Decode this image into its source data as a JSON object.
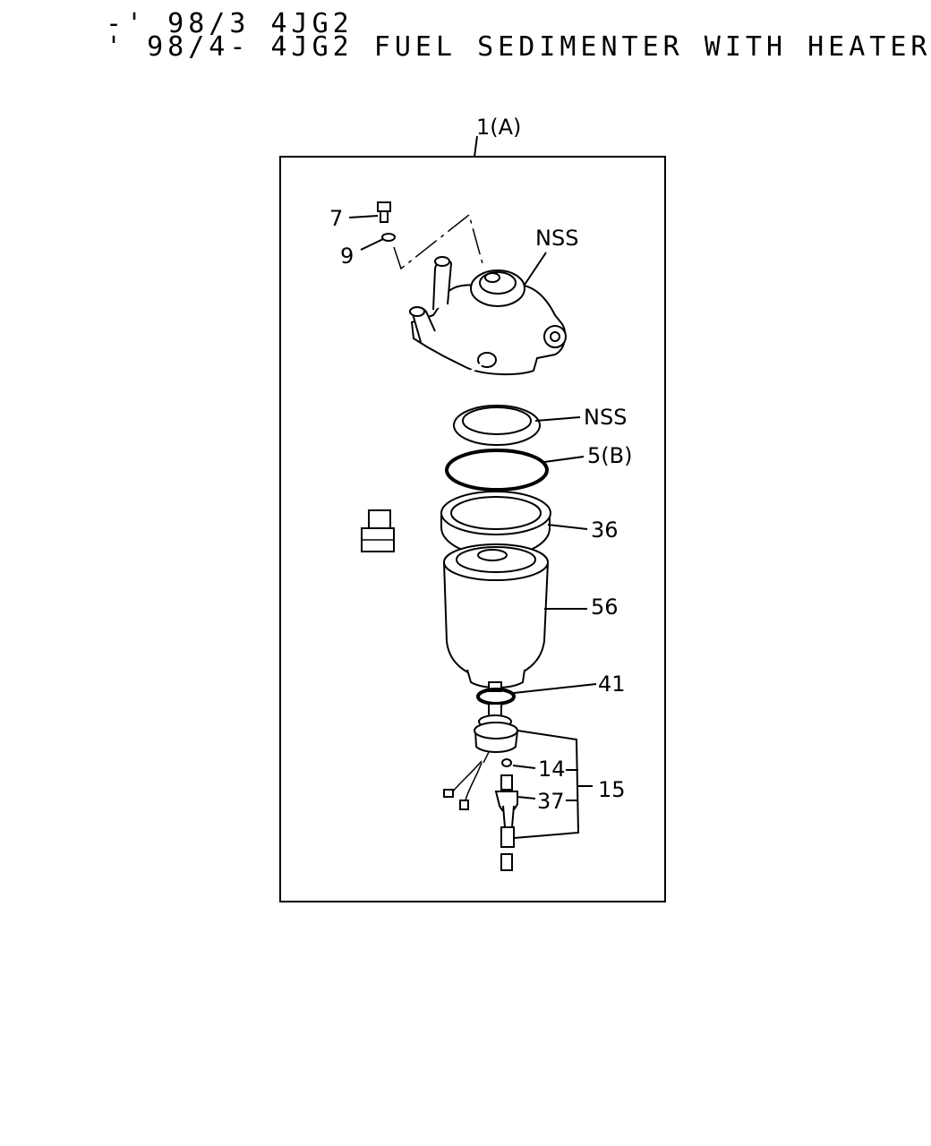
{
  "title": {
    "line1": "-' 98/3 4JG2",
    "line2": "' 98/4- 4JG2 FUEL SEDIMENTER WITH HEATER"
  },
  "callouts": {
    "assembly": "1(A)",
    "bolt": "7",
    "washer": "9",
    "head_nss": "NSS",
    "ring_nss": "NSS",
    "oring": "5(B)",
    "retainer_ring": "36",
    "element": "56",
    "bottom_oring": "41",
    "small_oring": "14",
    "sensor": "37",
    "sensor_assy": "15"
  }
}
